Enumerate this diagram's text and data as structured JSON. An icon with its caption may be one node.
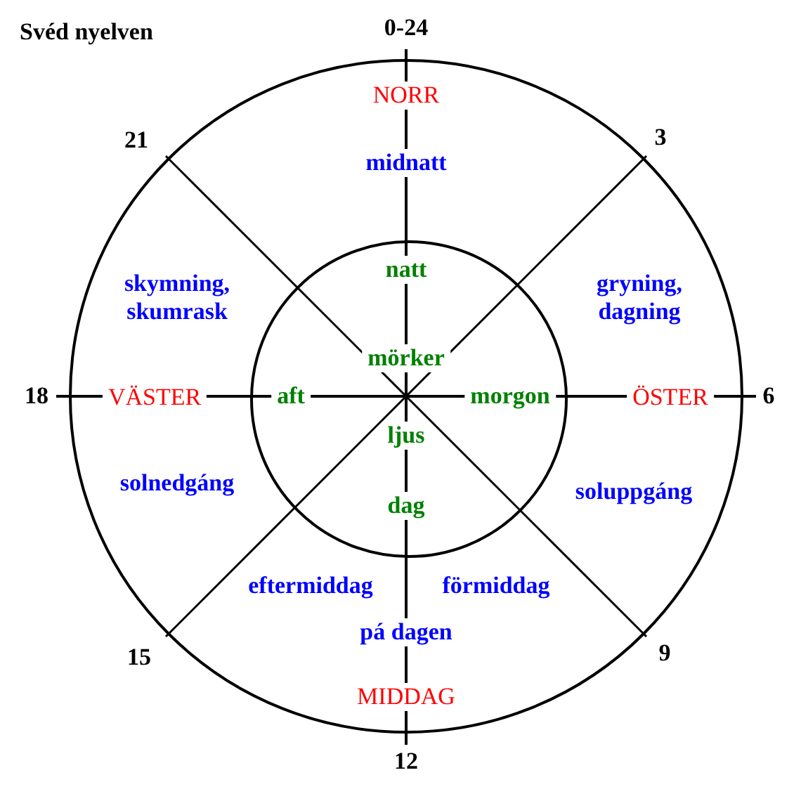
{
  "diagram": {
    "title": "Svéd nyelven",
    "nodes": [
      {
        "text": [],
        "shape": "circle"
      },
      {
        "text": [],
        "shape": "circle",
        "in": 0
      }
    ],
    "labels": [
      "0-24",
      "NORR",
      "21",
      "3",
      "midnatt",
      "natt",
      "skymning, skumrask",
      "gryning, dagning",
      "mörker",
      "18",
      "VÄSTER",
      "aft",
      "morgon",
      "ÖSTER",
      "6",
      "ljus",
      "solnedgáng",
      "soluppgáng",
      "dag",
      "eftermiddag",
      "förmiddag",
      "pá dagen",
      "15",
      "9",
      "MIDDAG",
      "12"
    ]
  }
}
